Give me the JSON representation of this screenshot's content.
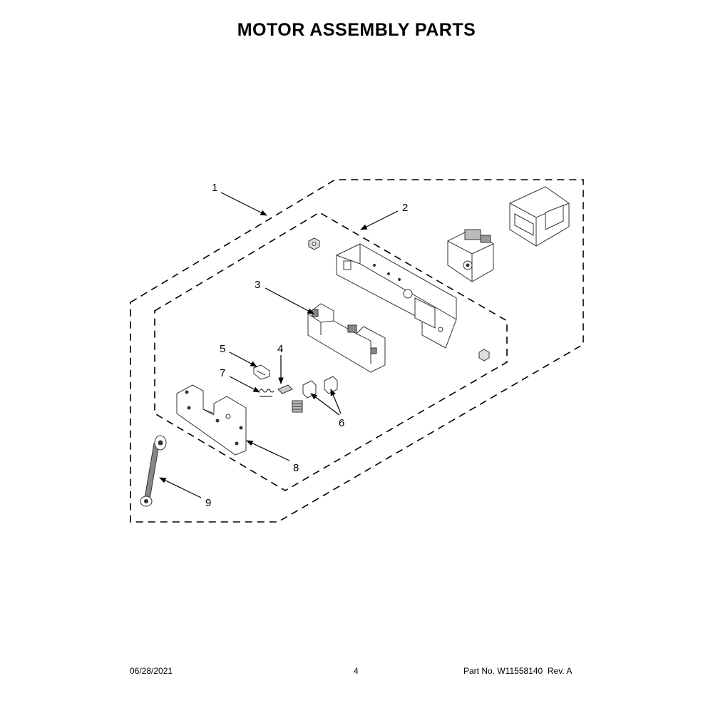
{
  "header": {
    "title": "MOTOR ASSEMBLY PARTS"
  },
  "callouts": [
    {
      "id": "1",
      "label": "1"
    },
    {
      "id": "2",
      "label": "2"
    },
    {
      "id": "3",
      "label": "3"
    },
    {
      "id": "4",
      "label": "4"
    },
    {
      "id": "5",
      "label": "5"
    },
    {
      "id": "6",
      "label": "6"
    },
    {
      "id": "7",
      "label": "7"
    },
    {
      "id": "8",
      "label": "8"
    },
    {
      "id": "9",
      "label": "9"
    }
  ],
  "footer": {
    "date": "06/28/2021",
    "page": "4",
    "part_label": "Part No.",
    "part_number": "W11558140",
    "rev_label": "Rev.",
    "rev": "A"
  }
}
